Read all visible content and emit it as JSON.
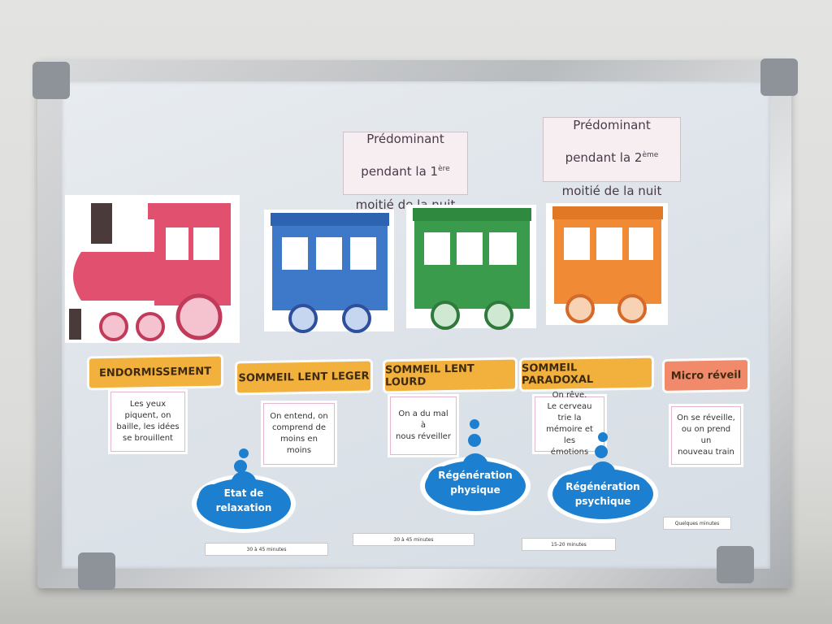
{
  "notes": {
    "first_half": {
      "line1": "Prédominant",
      "line2_pre": "pendant la 1",
      "line2_sup": "ère",
      "line3": "moitié de la nuit"
    },
    "second_half": {
      "line1": "Prédominant",
      "line2_pre": "pendant la 2",
      "line2_sup": "ème",
      "line3": "moitié de la nuit"
    }
  },
  "train": {
    "locomotive_color": "#e2506f",
    "wagon_colors": [
      "#3e78c8",
      "#3b9b4c",
      "#f08a35"
    ]
  },
  "stages": [
    {
      "label": "ENDORMISSEMENT",
      "color": "#f2b13c"
    },
    {
      "label": "SOMMEIL LENT LEGER",
      "color": "#f2b13c"
    },
    {
      "label": "SOMMEIL LENT LOURD",
      "color": "#f2b13c"
    },
    {
      "label": "SOMMEIL PARADOXAL",
      "color": "#f2b13c"
    },
    {
      "label": "Micro réveil",
      "color": "#f08a6a"
    }
  ],
  "cards": [
    "Les yeux\npiquent, on\nbaille, les idées\nse brouillent",
    "On entend, on\ncomprend de\nmoins en moins",
    "On a du mal à\nnous réveiller",
    "On rêve.\nLe cerveau trie la\nmémoire et les\némotions",
    "On se réveille,\nou on prend un\nnouveau train"
  ],
  "clouds": [
    {
      "text": "Etat de\nrelaxation",
      "color": "#1d7fcf"
    },
    {
      "text": "Régénération\nphysique",
      "color": "#1d7fcf"
    },
    {
      "text": "Régénération\npsychique",
      "color": "#1d7fcf"
    }
  ],
  "durations": [
    "30 à 45 minutes",
    "30 à 45 minutes",
    "15-20 minutes",
    "Quelques minutes"
  ]
}
